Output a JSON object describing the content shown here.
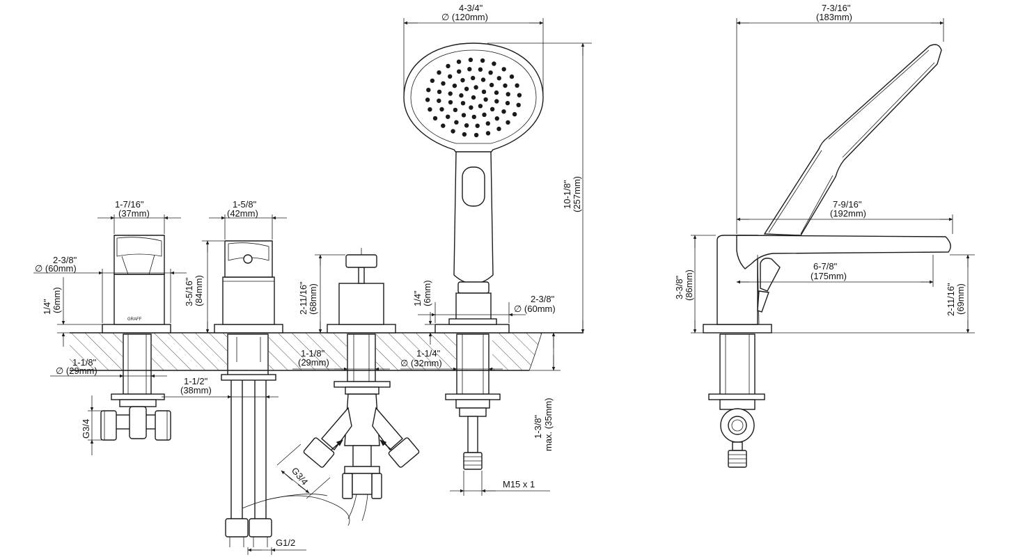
{
  "dimensions": {
    "hs_dia_in": "4-3/4\"",
    "hs_dia_mm": "∅ (120mm)",
    "total_h_in": "10-1/8\"",
    "total_h_mm": "(257mm)",
    "plate_dia_in": "2-3/8\"",
    "plate_dia_mm": "∅ (60mm)",
    "hose_plate_h_in": "1/4\"",
    "hose_plate_h_mm": "(6mm)",
    "hose_shank_in": "1-1/4\"",
    "hose_shank_mm": "∅ (32mm)",
    "max_deck_in": "1-3/8\"",
    "max_deck_mm": "max. (35mm)",
    "m15": "M15 x 1",
    "h1_width_in": "1-7/16\"",
    "h1_width_mm": "(37mm)",
    "h1_plate_in": "2-3/8\"",
    "h1_plate_mm": "∅ (60mm)",
    "h1_plate_h_in": "1/4\"",
    "h1_plate_h_mm": "(6mm)",
    "h1_shank_in": "1-1/8\"",
    "h1_shank_mm": "∅ (29mm)",
    "h1_conn": "G3/4",
    "h2_width_in": "1-5/8\"",
    "h2_width_mm": "(42mm)",
    "h2_h_in": "3-5/16\"",
    "h2_h_mm": "(84mm)",
    "h2_shank_in": "1-1/2\"",
    "h2_shank_mm": "(38mm)",
    "h2_conn": "G1/2",
    "div_h_in": "2-11/16\"",
    "div_h_mm": "(68mm)",
    "div_shank_in": "1-1/8\"",
    "div_shank_mm": "(29mm)",
    "div_conn": "G3/4",
    "side_width_in": "7-3/16\"",
    "side_width_mm": "(183mm)",
    "spout_len_in": "7-9/16\"",
    "spout_len_mm": "(192mm)",
    "spout_reach_in": "6-7/8\"",
    "spout_reach_mm": "(175mm)",
    "side_h_in": "3-3/8\"",
    "side_h_mm": "(86mm)",
    "spout_h_in": "2-11/16\"",
    "spout_h_mm": "(69mm)"
  },
  "brand_mark": "GRAFF"
}
